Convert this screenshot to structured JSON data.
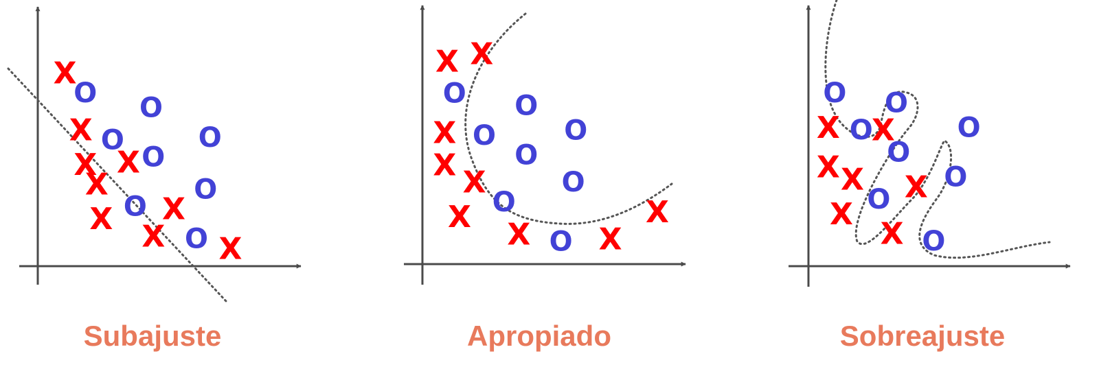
{
  "colors": {
    "x": "#ff0000",
    "o": "#4242d6",
    "caption": "#e87a5c",
    "axis": "#4a4a4a",
    "boundary": "#555555"
  },
  "symbols": {
    "x": "X",
    "o": "O"
  },
  "panels": [
    {
      "caption": "Subajuste",
      "points": [
        {
          "c": "x",
          "x": 0.12,
          "y": 0.78
        },
        {
          "c": "x",
          "x": 0.19,
          "y": 0.55
        },
        {
          "c": "x",
          "x": 0.21,
          "y": 0.41
        },
        {
          "c": "x",
          "x": 0.26,
          "y": 0.33
        },
        {
          "c": "x",
          "x": 0.4,
          "y": 0.42
        },
        {
          "c": "x",
          "x": 0.28,
          "y": 0.19
        },
        {
          "c": "x",
          "x": 0.6,
          "y": 0.23
        },
        {
          "c": "x",
          "x": 0.51,
          "y": 0.12
        },
        {
          "c": "x",
          "x": 0.85,
          "y": 0.07
        },
        {
          "c": "o",
          "x": 0.21,
          "y": 0.7
        },
        {
          "c": "o",
          "x": 0.33,
          "y": 0.51
        },
        {
          "c": "o",
          "x": 0.5,
          "y": 0.64
        },
        {
          "c": "o",
          "x": 0.51,
          "y": 0.44
        },
        {
          "c": "o",
          "x": 0.76,
          "y": 0.52
        },
        {
          "c": "o",
          "x": 0.74,
          "y": 0.31
        },
        {
          "c": "o",
          "x": 0.43,
          "y": 0.24
        },
        {
          "c": "o",
          "x": 0.7,
          "y": 0.11
        }
      ]
    },
    {
      "caption": "Apropiado",
      "points": [
        {
          "c": "x",
          "x": 0.1,
          "y": 0.82
        },
        {
          "c": "x",
          "x": 0.24,
          "y": 0.85
        },
        {
          "c": "x",
          "x": 0.09,
          "y": 0.53
        },
        {
          "c": "x",
          "x": 0.09,
          "y": 0.4
        },
        {
          "c": "x",
          "x": 0.21,
          "y": 0.33
        },
        {
          "c": "x",
          "x": 0.15,
          "y": 0.19
        },
        {
          "c": "x",
          "x": 0.39,
          "y": 0.12
        },
        {
          "c": "x",
          "x": 0.76,
          "y": 0.1
        },
        {
          "c": "x",
          "x": 0.95,
          "y": 0.21
        },
        {
          "c": "o",
          "x": 0.13,
          "y": 0.69
        },
        {
          "c": "o",
          "x": 0.25,
          "y": 0.52
        },
        {
          "c": "o",
          "x": 0.42,
          "y": 0.64
        },
        {
          "c": "o",
          "x": 0.62,
          "y": 0.54
        },
        {
          "c": "o",
          "x": 0.42,
          "y": 0.44
        },
        {
          "c": "o",
          "x": 0.61,
          "y": 0.33
        },
        {
          "c": "o",
          "x": 0.33,
          "y": 0.25
        },
        {
          "c": "o",
          "x": 0.56,
          "y": 0.09
        }
      ]
    },
    {
      "caption": "Sobreajuste",
      "points": [
        {
          "c": "x",
          "x": 0.09,
          "y": 0.56
        },
        {
          "c": "x",
          "x": 0.34,
          "y": 0.55
        },
        {
          "c": "x",
          "x": 0.09,
          "y": 0.4
        },
        {
          "c": "x",
          "x": 0.2,
          "y": 0.35
        },
        {
          "c": "x",
          "x": 0.49,
          "y": 0.32
        },
        {
          "c": "x",
          "x": 0.15,
          "y": 0.21
        },
        {
          "c": "x",
          "x": 0.38,
          "y": 0.13
        },
        {
          "c": "o",
          "x": 0.12,
          "y": 0.7
        },
        {
          "c": "o",
          "x": 0.24,
          "y": 0.55
        },
        {
          "c": "o",
          "x": 0.4,
          "y": 0.66
        },
        {
          "c": "o",
          "x": 0.73,
          "y": 0.56
        },
        {
          "c": "o",
          "x": 0.41,
          "y": 0.46
        },
        {
          "c": "o",
          "x": 0.67,
          "y": 0.36
        },
        {
          "c": "o",
          "x": 0.32,
          "y": 0.27
        },
        {
          "c": "o",
          "x": 0.57,
          "y": 0.1
        }
      ]
    }
  ]
}
